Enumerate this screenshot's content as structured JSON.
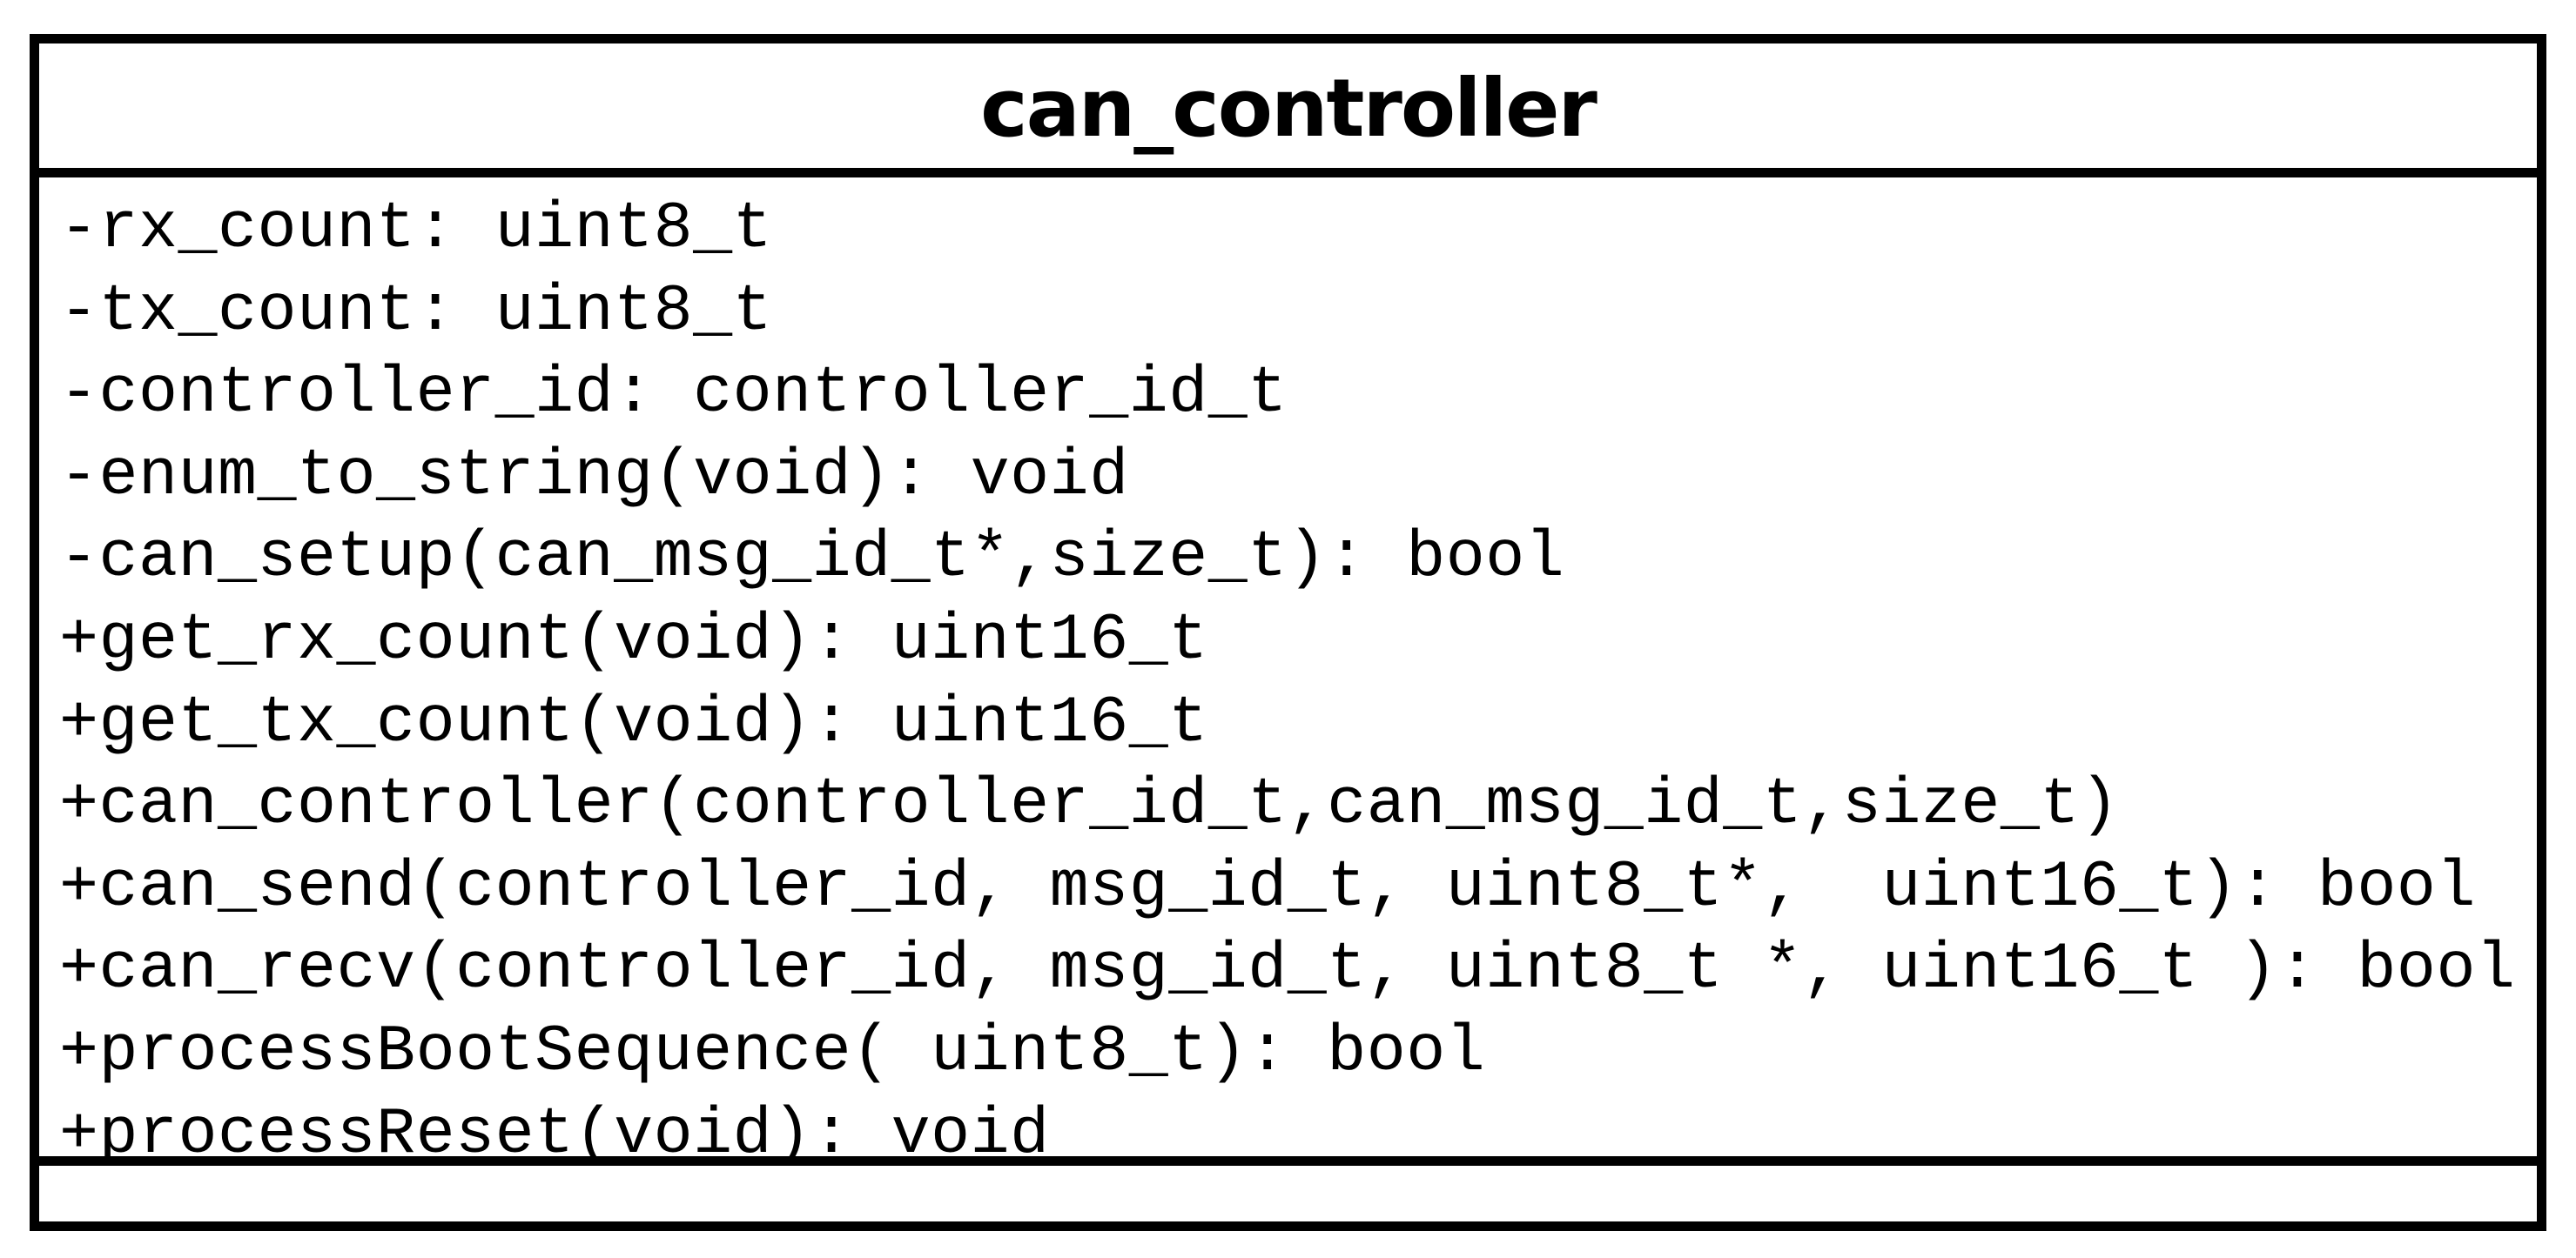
{
  "class": {
    "name": "can_controller",
    "members": [
      "-rx_count: uint8_t",
      "-tx_count: uint8_t",
      "-controller_id: controller_id_t",
      "-enum_to_string(void): void",
      "-can_setup(can_msg_id_t*,size_t): bool",
      "+get_rx_count(void): uint16_t",
      "+get_tx_count(void): uint16_t",
      "+can_controller(controller_id_t,can_msg_id_t,size_t)",
      "+can_send(controller_id, msg_id_t, uint8_t*,  uint16_t): bool",
      "+can_recv(controller_id, msg_id_t, uint8_t *, uint16_t ): bool",
      "+processBootSequence( uint8_t): bool",
      "+processReset(void): void"
    ]
  }
}
